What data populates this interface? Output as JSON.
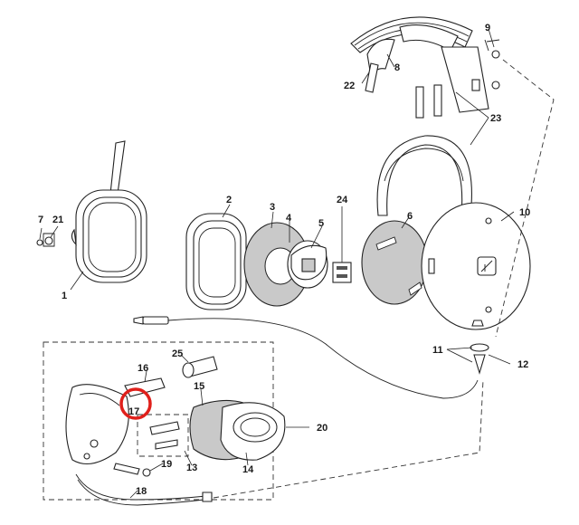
{
  "diagram": {
    "callouts": {
      "c1": "1",
      "c2": "2",
      "c3": "3",
      "c4": "4",
      "c5": "5",
      "c6": "6",
      "c7": "7",
      "c8": "8",
      "c9": "9",
      "c10": "10",
      "c11": "11",
      "c12": "12",
      "c13": "13",
      "c14": "14",
      "c15": "15",
      "c16": "16",
      "c17": "17",
      "c18": "18",
      "c19": "19",
      "c20": "20",
      "c21": "21",
      "c22": "22",
      "c23": "23",
      "c24": "24",
      "c25": "25"
    },
    "highlighted_callout": "17",
    "highlight_color": "#e0201b",
    "line_color": "#222222",
    "fill_grey": "#c9c9c9"
  }
}
